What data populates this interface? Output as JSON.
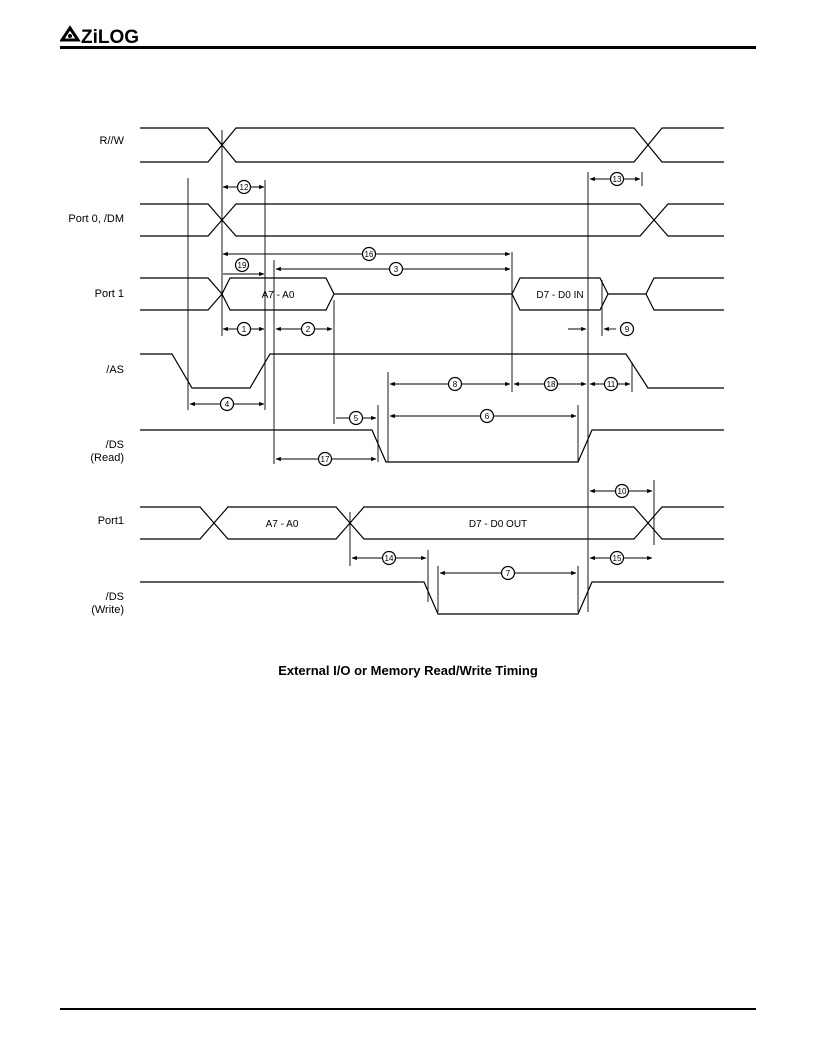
{
  "header": {
    "logo_text": "ZiLOG"
  },
  "caption": "External I/O or Memory Read/Write Timing",
  "signals": [
    {
      "label": "R//W"
    },
    {
      "label": "Port 0, /DM"
    },
    {
      "label": "Port 1"
    },
    {
      "label": "/AS"
    },
    {
      "label": "/DS",
      "sub": "(Read)"
    },
    {
      "label": "Port1"
    },
    {
      "label": "/DS",
      "sub": "(Write)"
    }
  ],
  "bus_labels": {
    "port1_addr": "A7 - A0",
    "port1_data_in": "D7 - D0  IN",
    "port1w_addr": "A7 - A0",
    "port1w_data_out": "D7 - D0   OUT"
  },
  "markers": [
    "1",
    "2",
    "3",
    "4",
    "5",
    "6",
    "7",
    "8",
    "9",
    "10",
    "11",
    "12",
    "13",
    "14",
    "15",
    "16",
    "17",
    "18",
    "19"
  ]
}
